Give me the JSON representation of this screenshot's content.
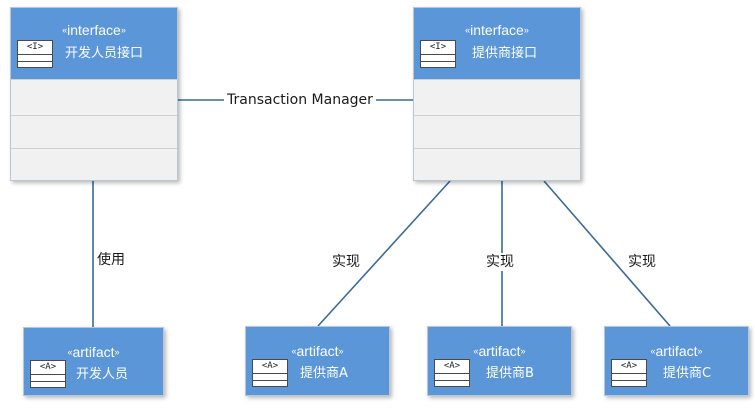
{
  "colors": {
    "header_fill": "#5b96d8",
    "body_fill": "#f1f1f1",
    "line": "#3a6a9a",
    "label_text": "#1a1a1a"
  },
  "interfaces": {
    "developer": {
      "stereotype": "interface",
      "name": "开发人员接口",
      "symbol": "<I>"
    },
    "provider": {
      "stereotype": "interface",
      "name": "提供商接口",
      "symbol": "<I>"
    }
  },
  "artifacts": {
    "developer": {
      "stereotype": "artifact",
      "name": "开发人员",
      "symbol": "<A>"
    },
    "provider_a": {
      "stereotype": "artifact",
      "name": "提供商A",
      "symbol": "<A>"
    },
    "provider_b": {
      "stereotype": "artifact",
      "name": "提供商B",
      "symbol": "<A>"
    },
    "provider_c": {
      "stereotype": "artifact",
      "name": "提供商C",
      "symbol": "<A>"
    }
  },
  "connections": {
    "transaction_manager": "Transaction Manager",
    "uses": "使用",
    "realizes_a": "实现",
    "realizes_b": "实现",
    "realizes_c": "实现"
  },
  "guillemets": {
    "open": "«",
    "close": "»"
  }
}
